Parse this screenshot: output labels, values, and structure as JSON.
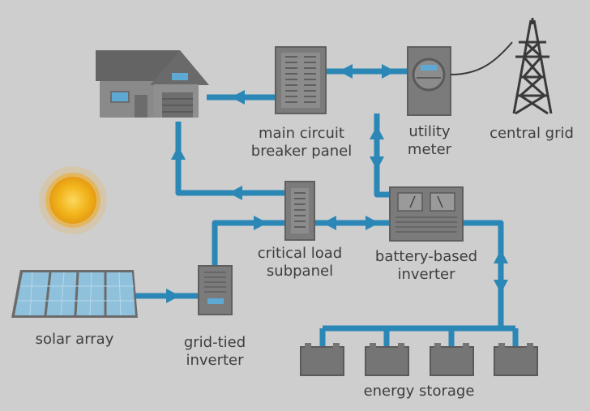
{
  "labels": {
    "main_panel_line1": "main circuit",
    "main_panel_line2": "breaker panel",
    "utility_meter_line1": "utility",
    "utility_meter_line2": "meter",
    "central_grid": "central grid",
    "critical_load_line1": "critical load",
    "critical_load_line2": "subpanel",
    "battery_inverter_line1": "battery-based",
    "battery_inverter_line2": "inverter",
    "solar_array": "solar array",
    "grid_tied_line1": "grid-tied",
    "grid_tied_line2": "inverter",
    "energy_storage": "energy storage"
  },
  "colors": {
    "background": "#cecece",
    "wire": "#2b87b5",
    "equipment": "#7b7b7b",
    "equipment_dark": "#5f5f5f",
    "house_wall": "#8a8a8a",
    "house_roof": "#646464",
    "window": "#5ea8d4",
    "sun": "#f0b21a",
    "panel_cell": "#8fc0dc",
    "label_text": "#3e3e3e"
  },
  "icons": [
    "house-icon",
    "breaker-panel-icon",
    "utility-meter-icon",
    "transmission-tower-icon",
    "sun-icon",
    "subpanel-icon",
    "battery-inverter-icon",
    "solar-panel-icon",
    "grid-tied-inverter-icon",
    "battery-icon"
  ]
}
